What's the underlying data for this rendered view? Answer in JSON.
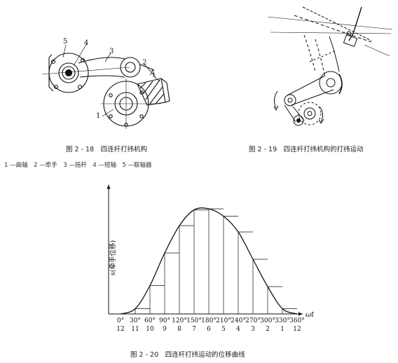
{
  "fig18": {
    "caption": "图 2 - 18　四连杆打纬机构",
    "legend": "1 —曲轴　2 —牵手　3 —摇杆　4 —短轴　5 —联轴器",
    "labels": {
      "n1": "1",
      "n2": "2",
      "n3": "3",
      "n4": "4",
      "n5": "5",
      "A": "A"
    }
  },
  "fig19": {
    "caption": "图 2 - 19　四连杆打纬机构的打纬运动"
  },
  "fig20": {
    "caption": "图 2 - 20　四连杆打纬运动的位移曲线",
    "chart_data": {
      "type": "line",
      "title": "图 2 - 20　四连杆打纬运动的位移曲线",
      "xlabel": "ωt",
      "ylabel": "s(牵手位移)",
      "x": [
        0,
        30,
        60,
        90,
        120,
        150,
        180,
        210,
        240,
        270,
        300,
        330,
        360
      ],
      "x_tick_labels": [
        "0°",
        "30°",
        "60°",
        "90°",
        "120°",
        "150°",
        "180°",
        "210°",
        "240°",
        "270°",
        "300°",
        "330°",
        "360°"
      ],
      "x_tick_sublabels": [
        "12",
        "11",
        "10",
        "9",
        "8",
        "7",
        "6",
        "5",
        "4",
        "3",
        "2",
        "1",
        "12"
      ],
      "series": [
        {
          "values": [
            0,
            0.05,
            0.27,
            0.58,
            0.84,
            0.99,
            1.0,
            0.93,
            0.78,
            0.52,
            0.26,
            0.05,
            0
          ]
        }
      ],
      "ylim": [
        0,
        1.15
      ],
      "grid": false,
      "y_ticks_shown": false
    }
  }
}
